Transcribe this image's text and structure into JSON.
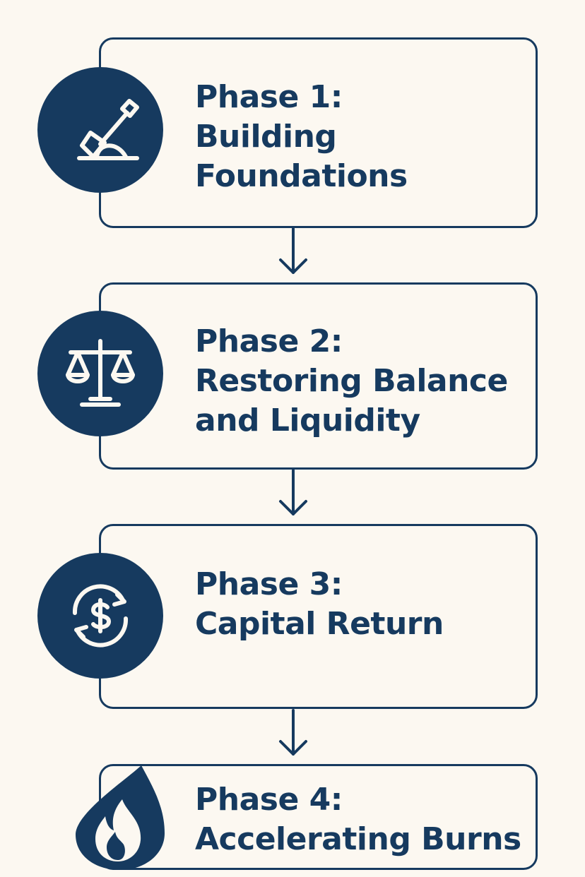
{
  "phases": [
    {
      "title": "Phase 1:",
      "lines": [
        "Building",
        "Foundations"
      ],
      "icon": "shovel-icon"
    },
    {
      "title": "Phase 2:",
      "lines": [
        "Restoring Balance",
        "and Liquidity"
      ],
      "icon": "balance-scale-icon"
    },
    {
      "title": "Phase 3:",
      "lines": [
        "Capital Return"
      ],
      "icon": "dollar-cycle-icon"
    },
    {
      "title": "Phase 4:",
      "lines": [
        "Accelerating Burns"
      ],
      "icon": "flame-icon"
    }
  ],
  "colors": {
    "navy": "#163a5f",
    "background": "#fcf8f1"
  }
}
